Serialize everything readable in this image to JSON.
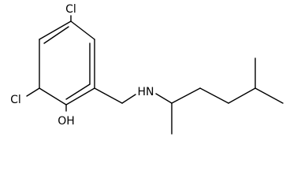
{
  "molecule": {
    "atoms": {
      "cl_top": "Cl",
      "cl_left": "Cl",
      "hydroxyl": "OH",
      "amine": "HN"
    }
  }
}
